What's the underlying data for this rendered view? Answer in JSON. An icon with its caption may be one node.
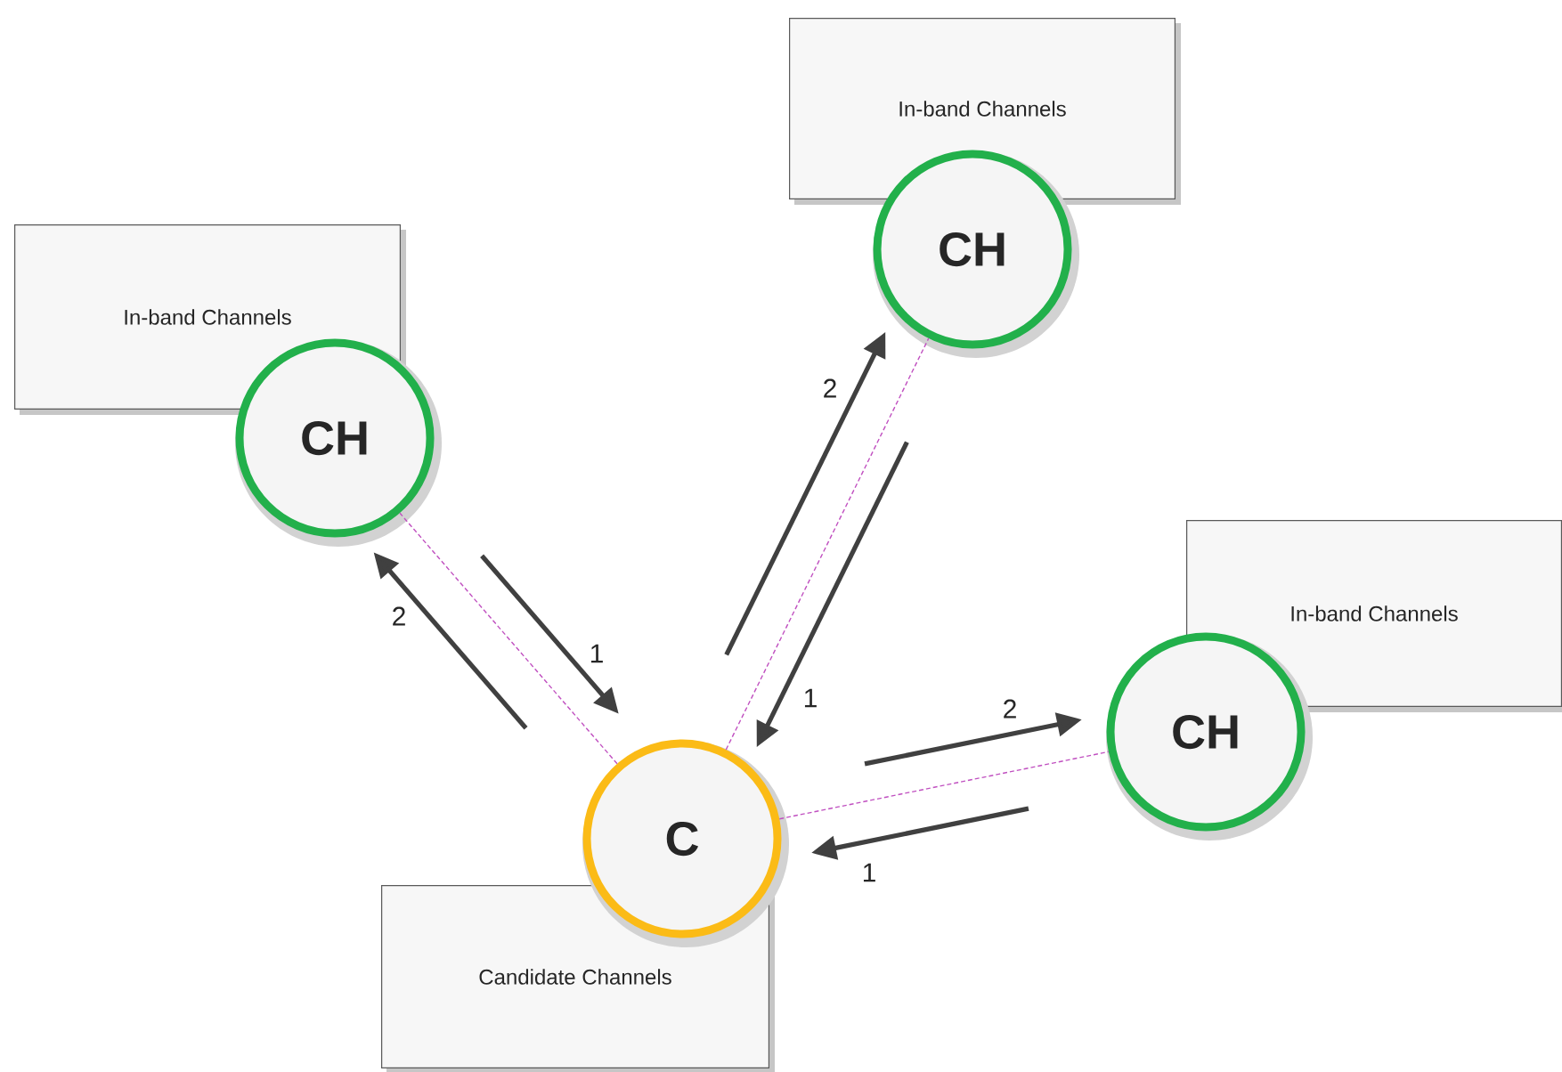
{
  "diagram": {
    "nodes": [
      {
        "text": [
          "In-band Channels"
        ]
      },
      {
        "text": [
          "CH"
        ]
      },
      {
        "text": [
          "In-band Channels"
        ]
      },
      {
        "text": [
          "CH"
        ]
      },
      {
        "text": [
          "In-band Channels"
        ]
      },
      {
        "text": [
          "CH"
        ]
      },
      {
        "text": [
          "C"
        ]
      },
      {
        "text": [
          "Candidate Channels"
        ]
      }
    ],
    "edges": [
      {
        "from": 6,
        "to": 3,
        "arrow": "none",
        "style": "dashed",
        "color": "#c050c0"
      },
      {
        "from": 6,
        "to": 1,
        "arrow": "none",
        "style": "dashed",
        "color": "#c050c0"
      },
      {
        "from": 6,
        "to": 5,
        "arrow": "none",
        "style": "dashed",
        "color": "#c050c0"
      },
      {
        "from": 3,
        "to": 6,
        "arrow": "to",
        "label": "1"
      },
      {
        "from": 6,
        "to": 3,
        "arrow": "to",
        "label": "2"
      },
      {
        "from": 1,
        "to": 6,
        "arrow": "to",
        "label": "1"
      },
      {
        "from": 6,
        "to": 1,
        "arrow": "to",
        "label": "2"
      },
      {
        "from": 5,
        "to": 6,
        "arrow": "to",
        "label": "1"
      },
      {
        "from": 6,
        "to": 5,
        "arrow": "to",
        "label": "2"
      }
    ]
  }
}
